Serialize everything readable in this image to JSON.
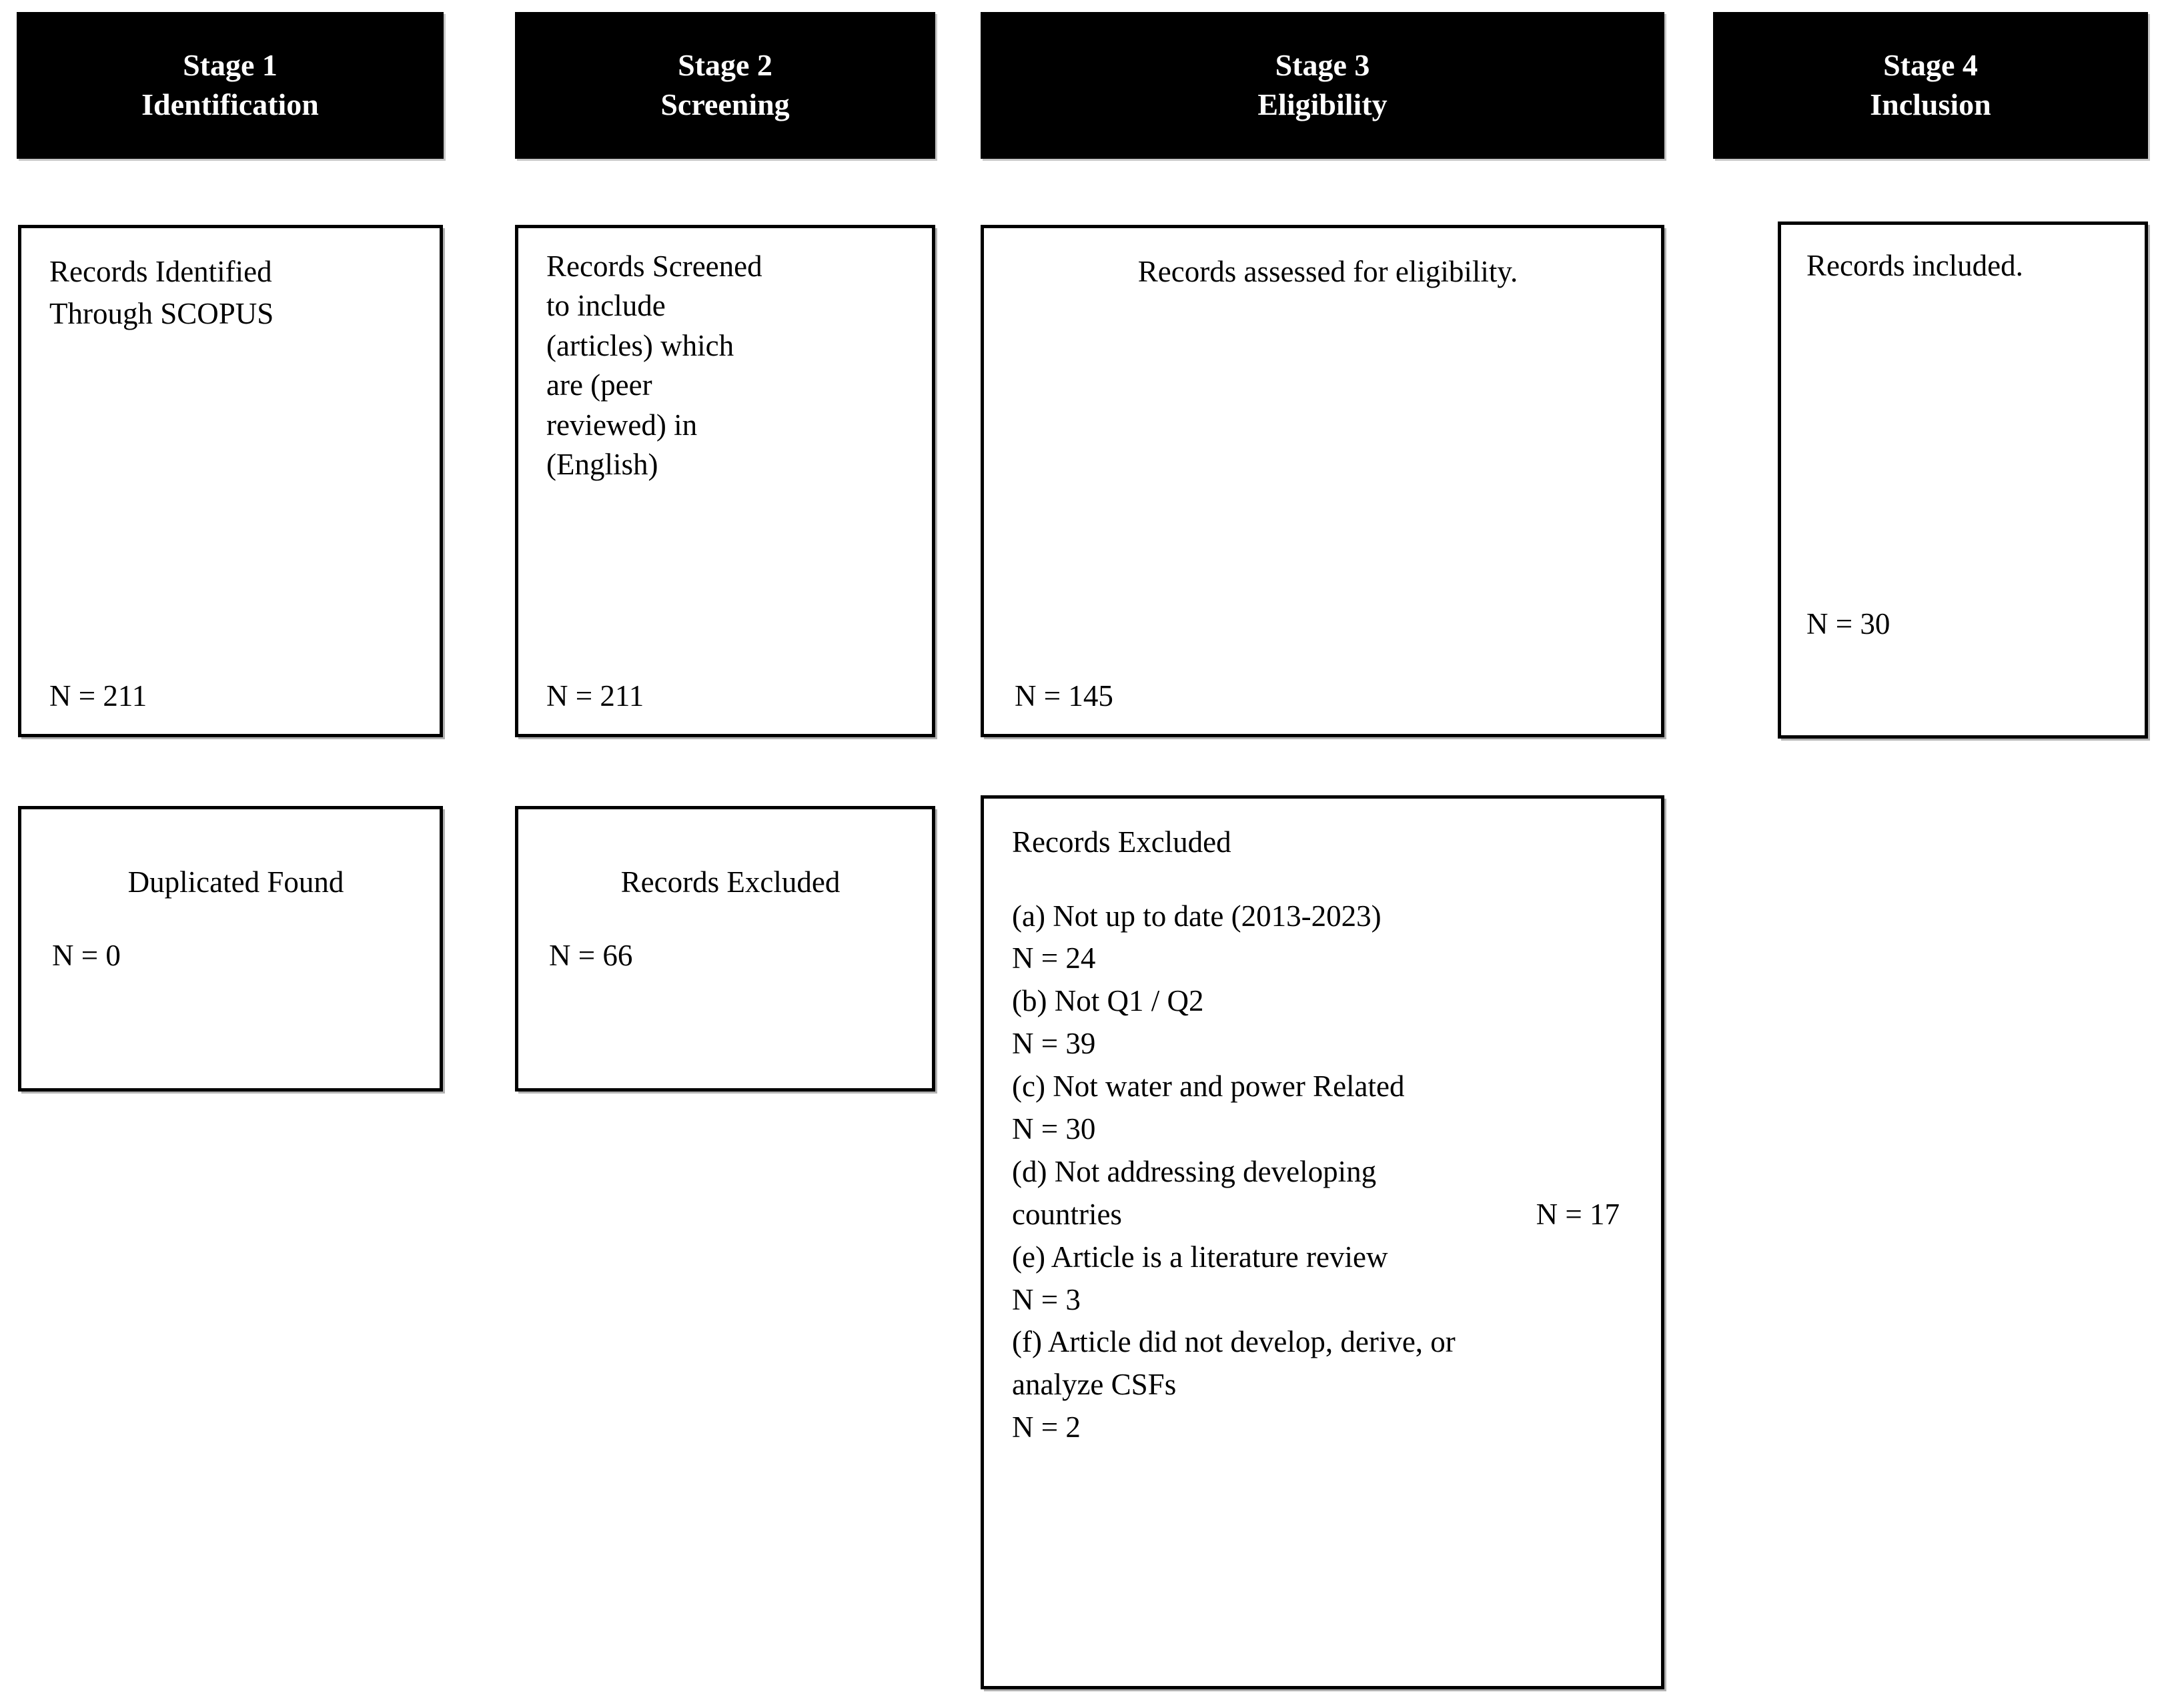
{
  "figure": {
    "type": "prisma-flow-diagram",
    "colors": {
      "header_background": "#000000",
      "header_text": "#ffffff",
      "box_border": "#000000",
      "box_background": "#ffffff",
      "body_text": "#000000"
    }
  },
  "stages": [
    {
      "id": "stage-1",
      "header": {
        "line1": "Stage 1",
        "line2": "Identification"
      },
      "primary_box": {
        "text": "Records Identified\nThrough SCOPUS",
        "count_label": "N = 211"
      },
      "secondary_box": {
        "text": "Duplicated Found",
        "count_label": "N = 0"
      }
    },
    {
      "id": "stage-2",
      "header": {
        "line1": "Stage 2",
        "line2": "Screening"
      },
      "primary_box": {
        "text": "Records Screened\nto include\n(articles) which\nare (peer\nreviewed) in\n(English)",
        "count_label": "N = 211"
      },
      "secondary_box": {
        "text": "Records Excluded",
        "count_label": "N = 66"
      }
    },
    {
      "id": "stage-3",
      "header": {
        "line1": "Stage 3",
        "line2": "Eligibility"
      },
      "primary_box": {
        "text": "Records assessed for eligibility.",
        "count_label": "N = 145"
      },
      "secondary_box": {
        "title": "Records Excluded",
        "reasons": [
          {
            "label": "(a) Not up to date (2013-2023)",
            "count_label": "N = 24",
            "inline": false
          },
          {
            "label": "(b) Not Q1 / Q2",
            "count_label": "N = 39",
            "inline": false
          },
          {
            "label": "(c) Not water and power Related",
            "count_label": "N = 30",
            "inline": false
          },
          {
            "label": "(d) Not addressing developing\ncountries",
            "count_label": "N = 17",
            "inline": true
          },
          {
            "label": "(e) Article is a literature review",
            "count_label": "N = 3",
            "inline": false
          },
          {
            "label": "(f) Article did not develop, derive, or\nanalyze CSFs",
            "count_label": "N = 2",
            "inline": false
          }
        ]
      }
    },
    {
      "id": "stage-4",
      "header": {
        "line1": "Stage 4",
        "line2": "Inclusion"
      },
      "primary_box": {
        "text": "Records included.",
        "count_label": "N = 30"
      }
    }
  ]
}
